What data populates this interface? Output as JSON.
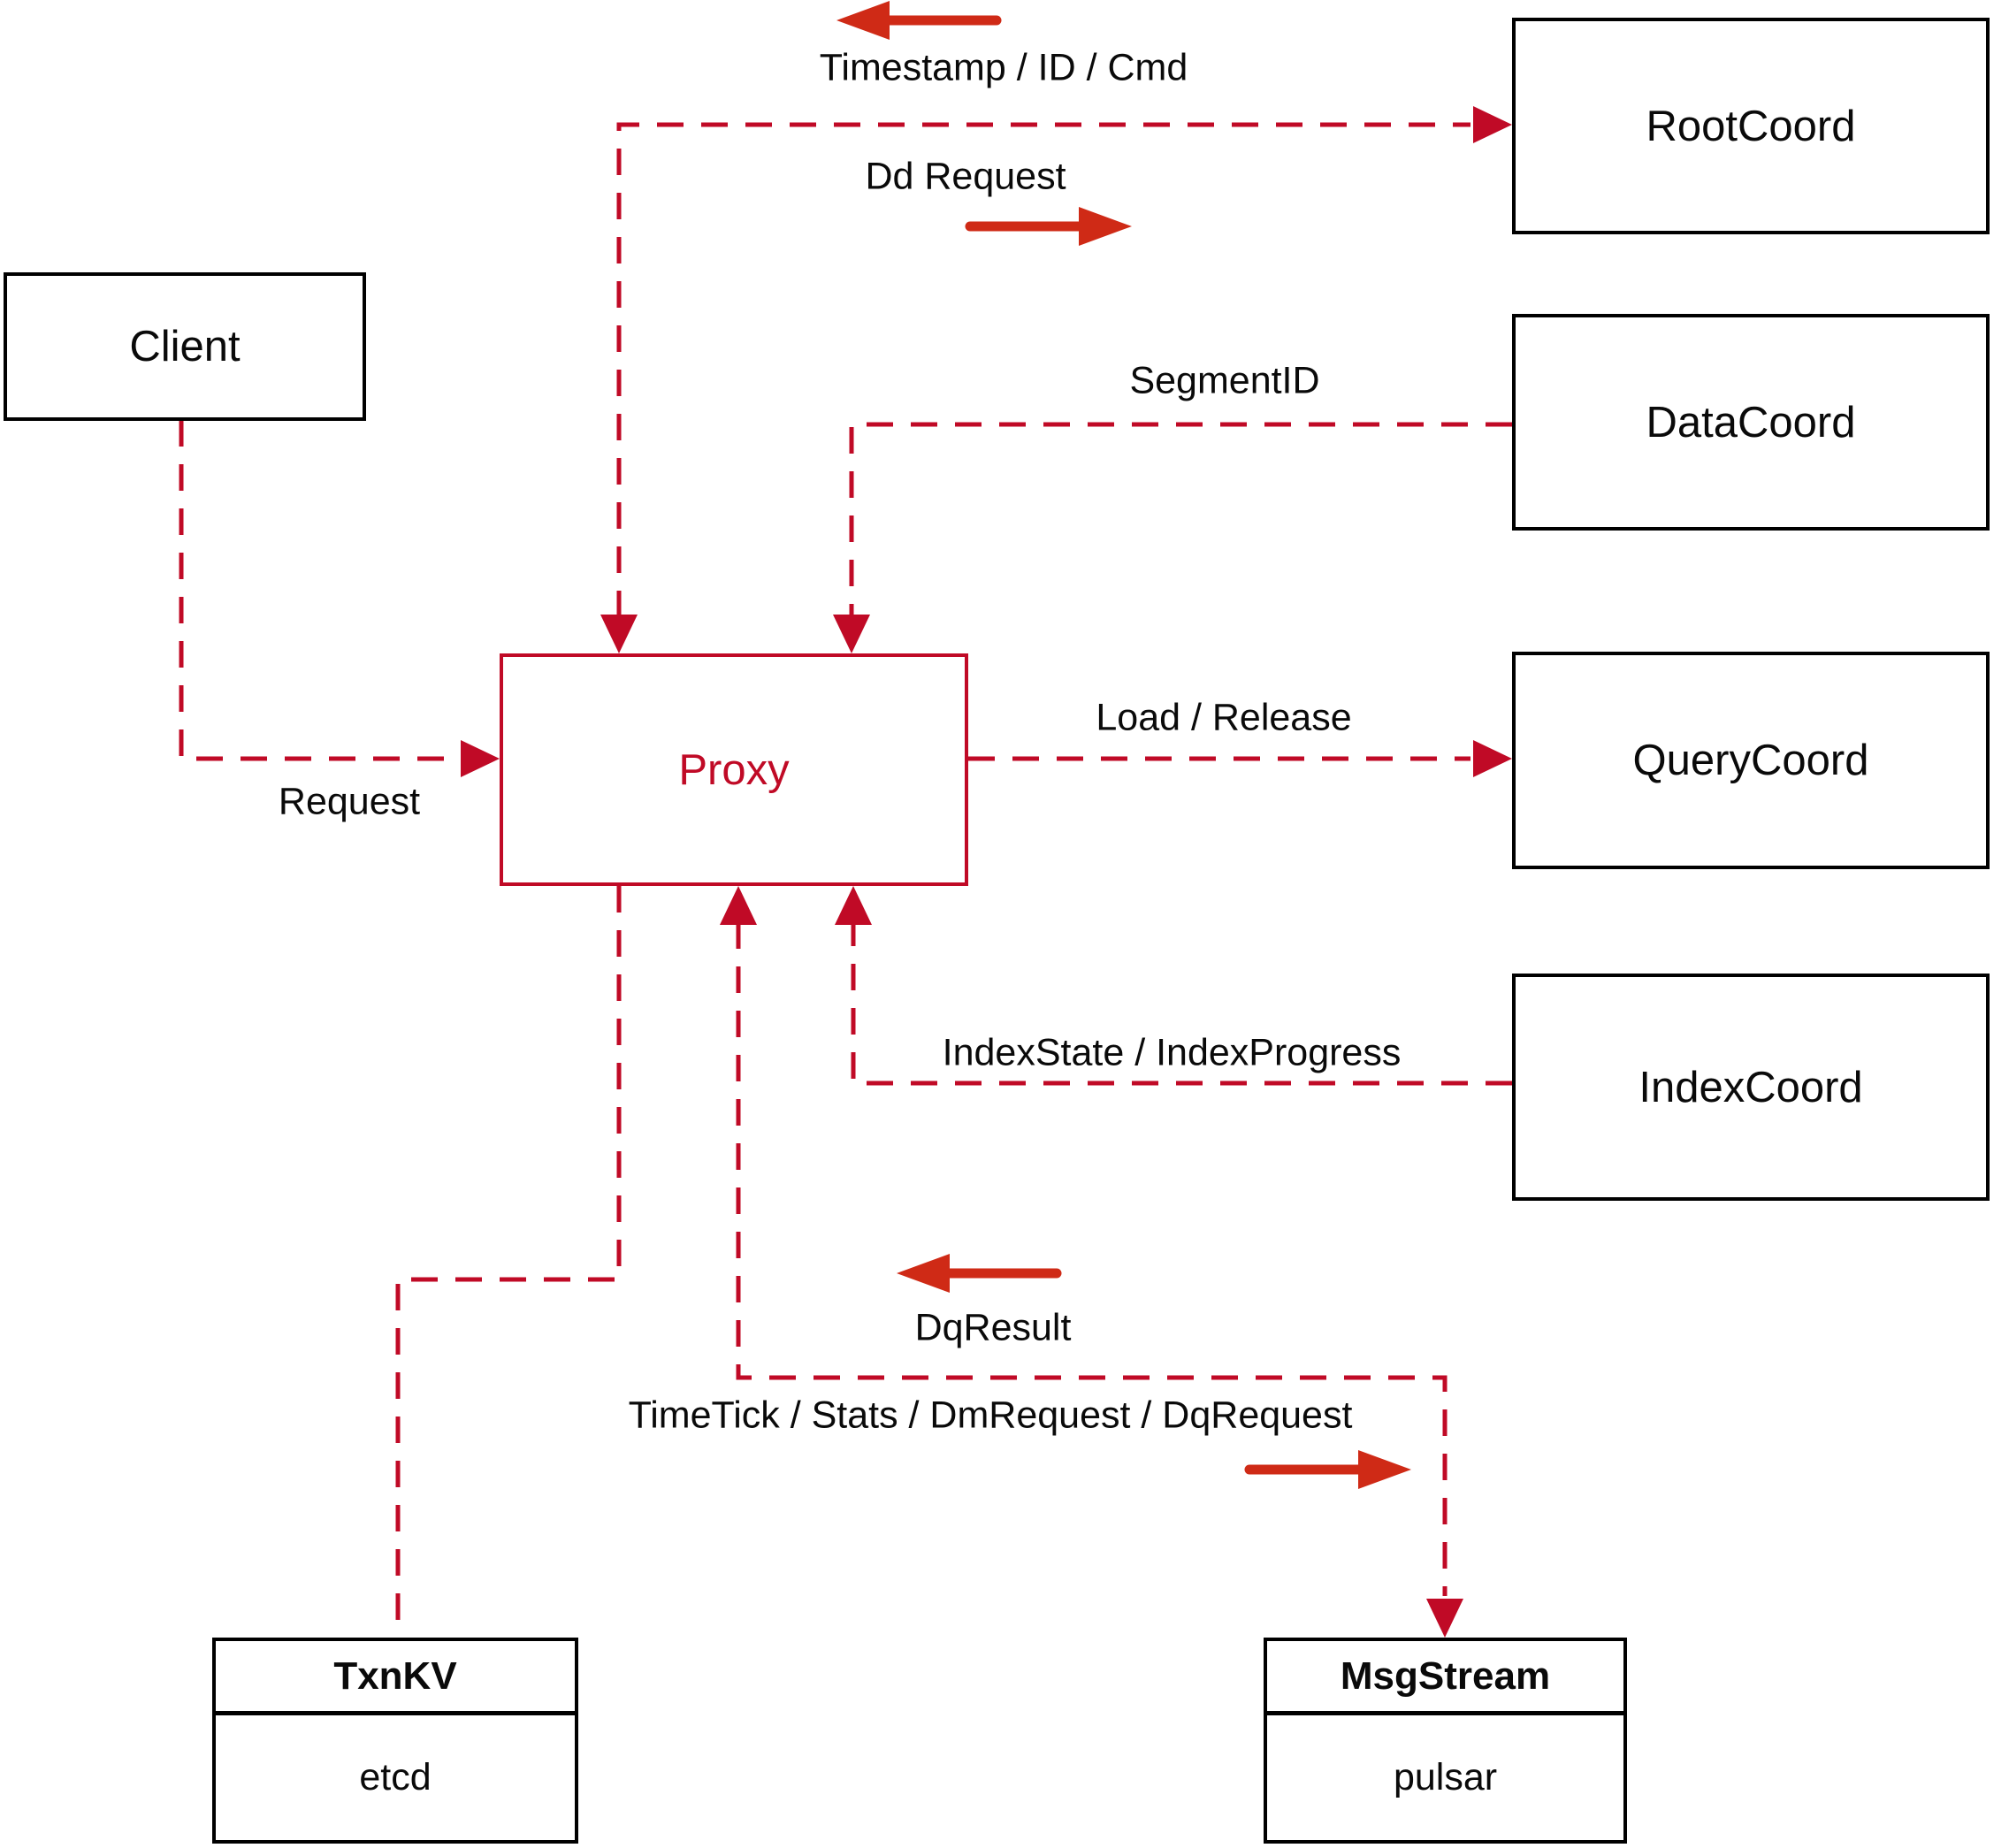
{
  "diagram": {
    "colors": {
      "connector_dashed": "#c00a26",
      "direction_arrow": "#cf2a16",
      "box_border": "#000000",
      "proxy_accent": "#c00a26",
      "label_text": "#0a0a0a",
      "background": "#ffffff"
    },
    "nodes": {
      "client": {
        "label": "Client"
      },
      "proxy": {
        "label": "Proxy"
      },
      "rootcoord": {
        "label": "RootCoord"
      },
      "datacoord": {
        "label": "DataCoord"
      },
      "querycoord": {
        "label": "QueryCoord"
      },
      "indexcoord": {
        "label": "IndexCoord"
      },
      "txnkv": {
        "title": "TxnKV",
        "impl": "etcd"
      },
      "msgstream": {
        "title": "MsgStream",
        "impl": "pulsar"
      }
    },
    "edge_labels": {
      "timestamp": "Timestamp / ID / Cmd",
      "dd_request": "Dd Request",
      "segment_id": "SegmentID",
      "request": "Request",
      "load_release": "Load / Release",
      "index_state": "IndexState / IndexProgress",
      "dq_result": "DqResult",
      "time_tick": "TimeTick / Stats / DmRequest / DqRequest"
    }
  }
}
